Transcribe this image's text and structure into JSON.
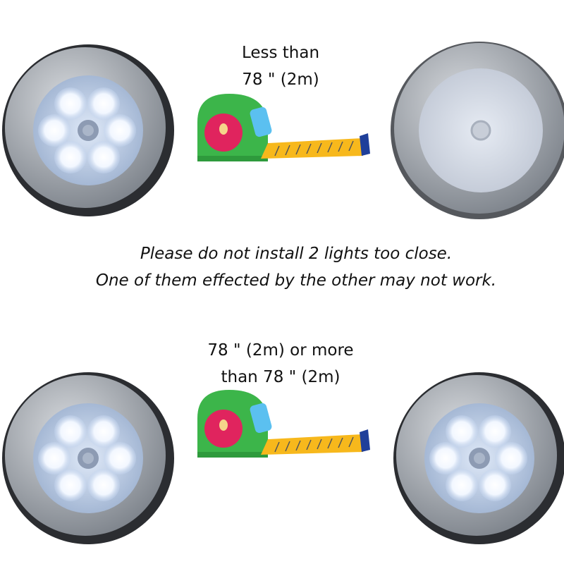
{
  "top_caption": {
    "line1": "Less than",
    "line2": "78  \" (2m)"
  },
  "warning": {
    "line1": "Please do not install 2 lights too close.",
    "line2": "One of them effected by the other may not work."
  },
  "bottom_caption": {
    "line1": "78  \" (2m) or more",
    "line2": "than 78  \" (2m)"
  },
  "colors": {
    "ring": "#9aa0a8",
    "led": "#e8f2ff",
    "tape_body": "#3cb54a",
    "tape_dial": "#e0245e",
    "tape_blade": "#f7b81c"
  }
}
